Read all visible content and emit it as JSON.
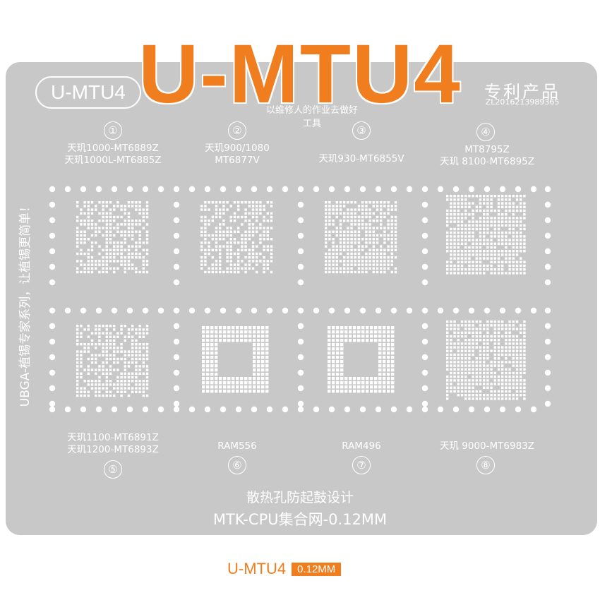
{
  "header": {
    "title": "U-MTU4",
    "pill_label": "U-MTU4",
    "brand_subtitle": "以维修人的作业去做好工具",
    "patent_label": "专利产品",
    "patent_number": "ZL2016213989365"
  },
  "side_text": "UBGA-植锡专家系列，让植锡更简单！",
  "chips": [
    {
      "number": "①",
      "label_lines": [
        "天玑1000-MT6889Z",
        "天玑1000L-MT6885Z"
      ]
    },
    {
      "number": "②",
      "label_lines": [
        "天玑900/1080",
        "MT6877V"
      ]
    },
    {
      "number": "③",
      "label_lines": [
        "天玑930-MT6855V"
      ]
    },
    {
      "number": "④",
      "label_lines": [
        "MT8795Z",
        "天玑 8100-MT6895Z"
      ]
    },
    {
      "number": "⑤",
      "label_lines": [
        "天玑1100-MT6891Z",
        "天玑1200-MT6893Z"
      ]
    },
    {
      "number": "⑥",
      "label_lines": [
        "RAM556"
      ]
    },
    {
      "number": "⑦",
      "label_lines": [
        "RAM496"
      ]
    },
    {
      "number": "⑧",
      "label_lines": [
        "天玑 9000-MT6983Z"
      ]
    }
  ],
  "footer": {
    "line1": "散热孔防起鼓设计",
    "line2": "MTK-CPU集合网-0.12MM",
    "product_name": "U-MTU4",
    "thickness_tag": "0.12MM"
  },
  "colors": {
    "accent": "#f07d1e",
    "stencil": "#c8c8c8",
    "holes": "#ffffff"
  }
}
